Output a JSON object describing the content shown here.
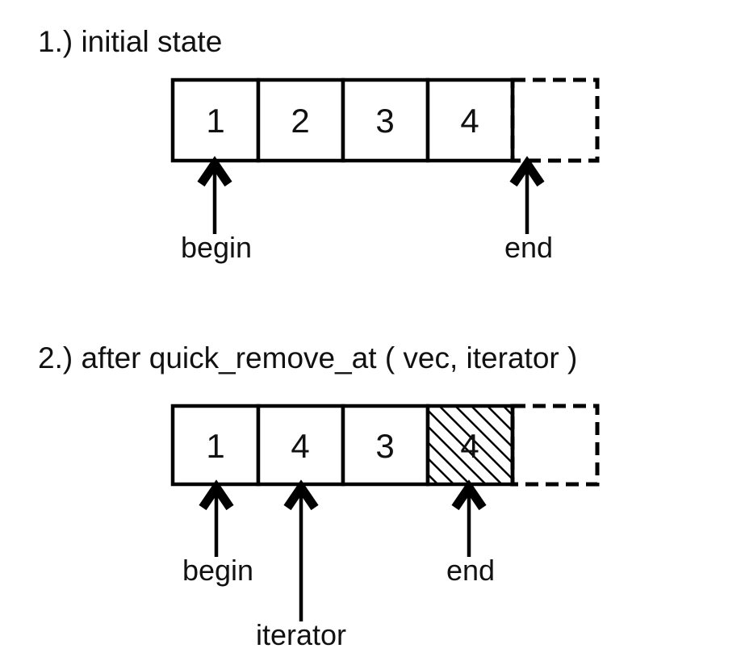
{
  "diagram": {
    "title_hidden": "",
    "background_color": "#ffffff",
    "stroke_color": "#000000",
    "text_color": "#111111",
    "sections": [
      {
        "id": "step-1",
        "heading": "1.) initial state",
        "cells": [
          {
            "value": "1",
            "style": "solid"
          },
          {
            "value": "2",
            "style": "solid"
          },
          {
            "value": "3",
            "style": "solid"
          },
          {
            "value": "4",
            "style": "solid"
          },
          {
            "value": "",
            "style": "dashed"
          }
        ],
        "pointers": [
          {
            "label": "begin",
            "cell_index": 0
          },
          {
            "label": "end",
            "cell_index": 4
          }
        ]
      },
      {
        "id": "step-2",
        "heading": "2.) after quick_remove_at ( vec, iterator )",
        "cells": [
          {
            "value": "1",
            "style": "solid"
          },
          {
            "value": "4",
            "style": "solid"
          },
          {
            "value": "3",
            "style": "solid"
          },
          {
            "value": "4",
            "style": "hatched"
          },
          {
            "value": "",
            "style": "dashed"
          }
        ],
        "pointers": [
          {
            "label": "begin",
            "cell_index": 0
          },
          {
            "label": "iterator",
            "cell_index": 1
          },
          {
            "label": "end",
            "cell_index": 3
          }
        ]
      }
    ]
  }
}
